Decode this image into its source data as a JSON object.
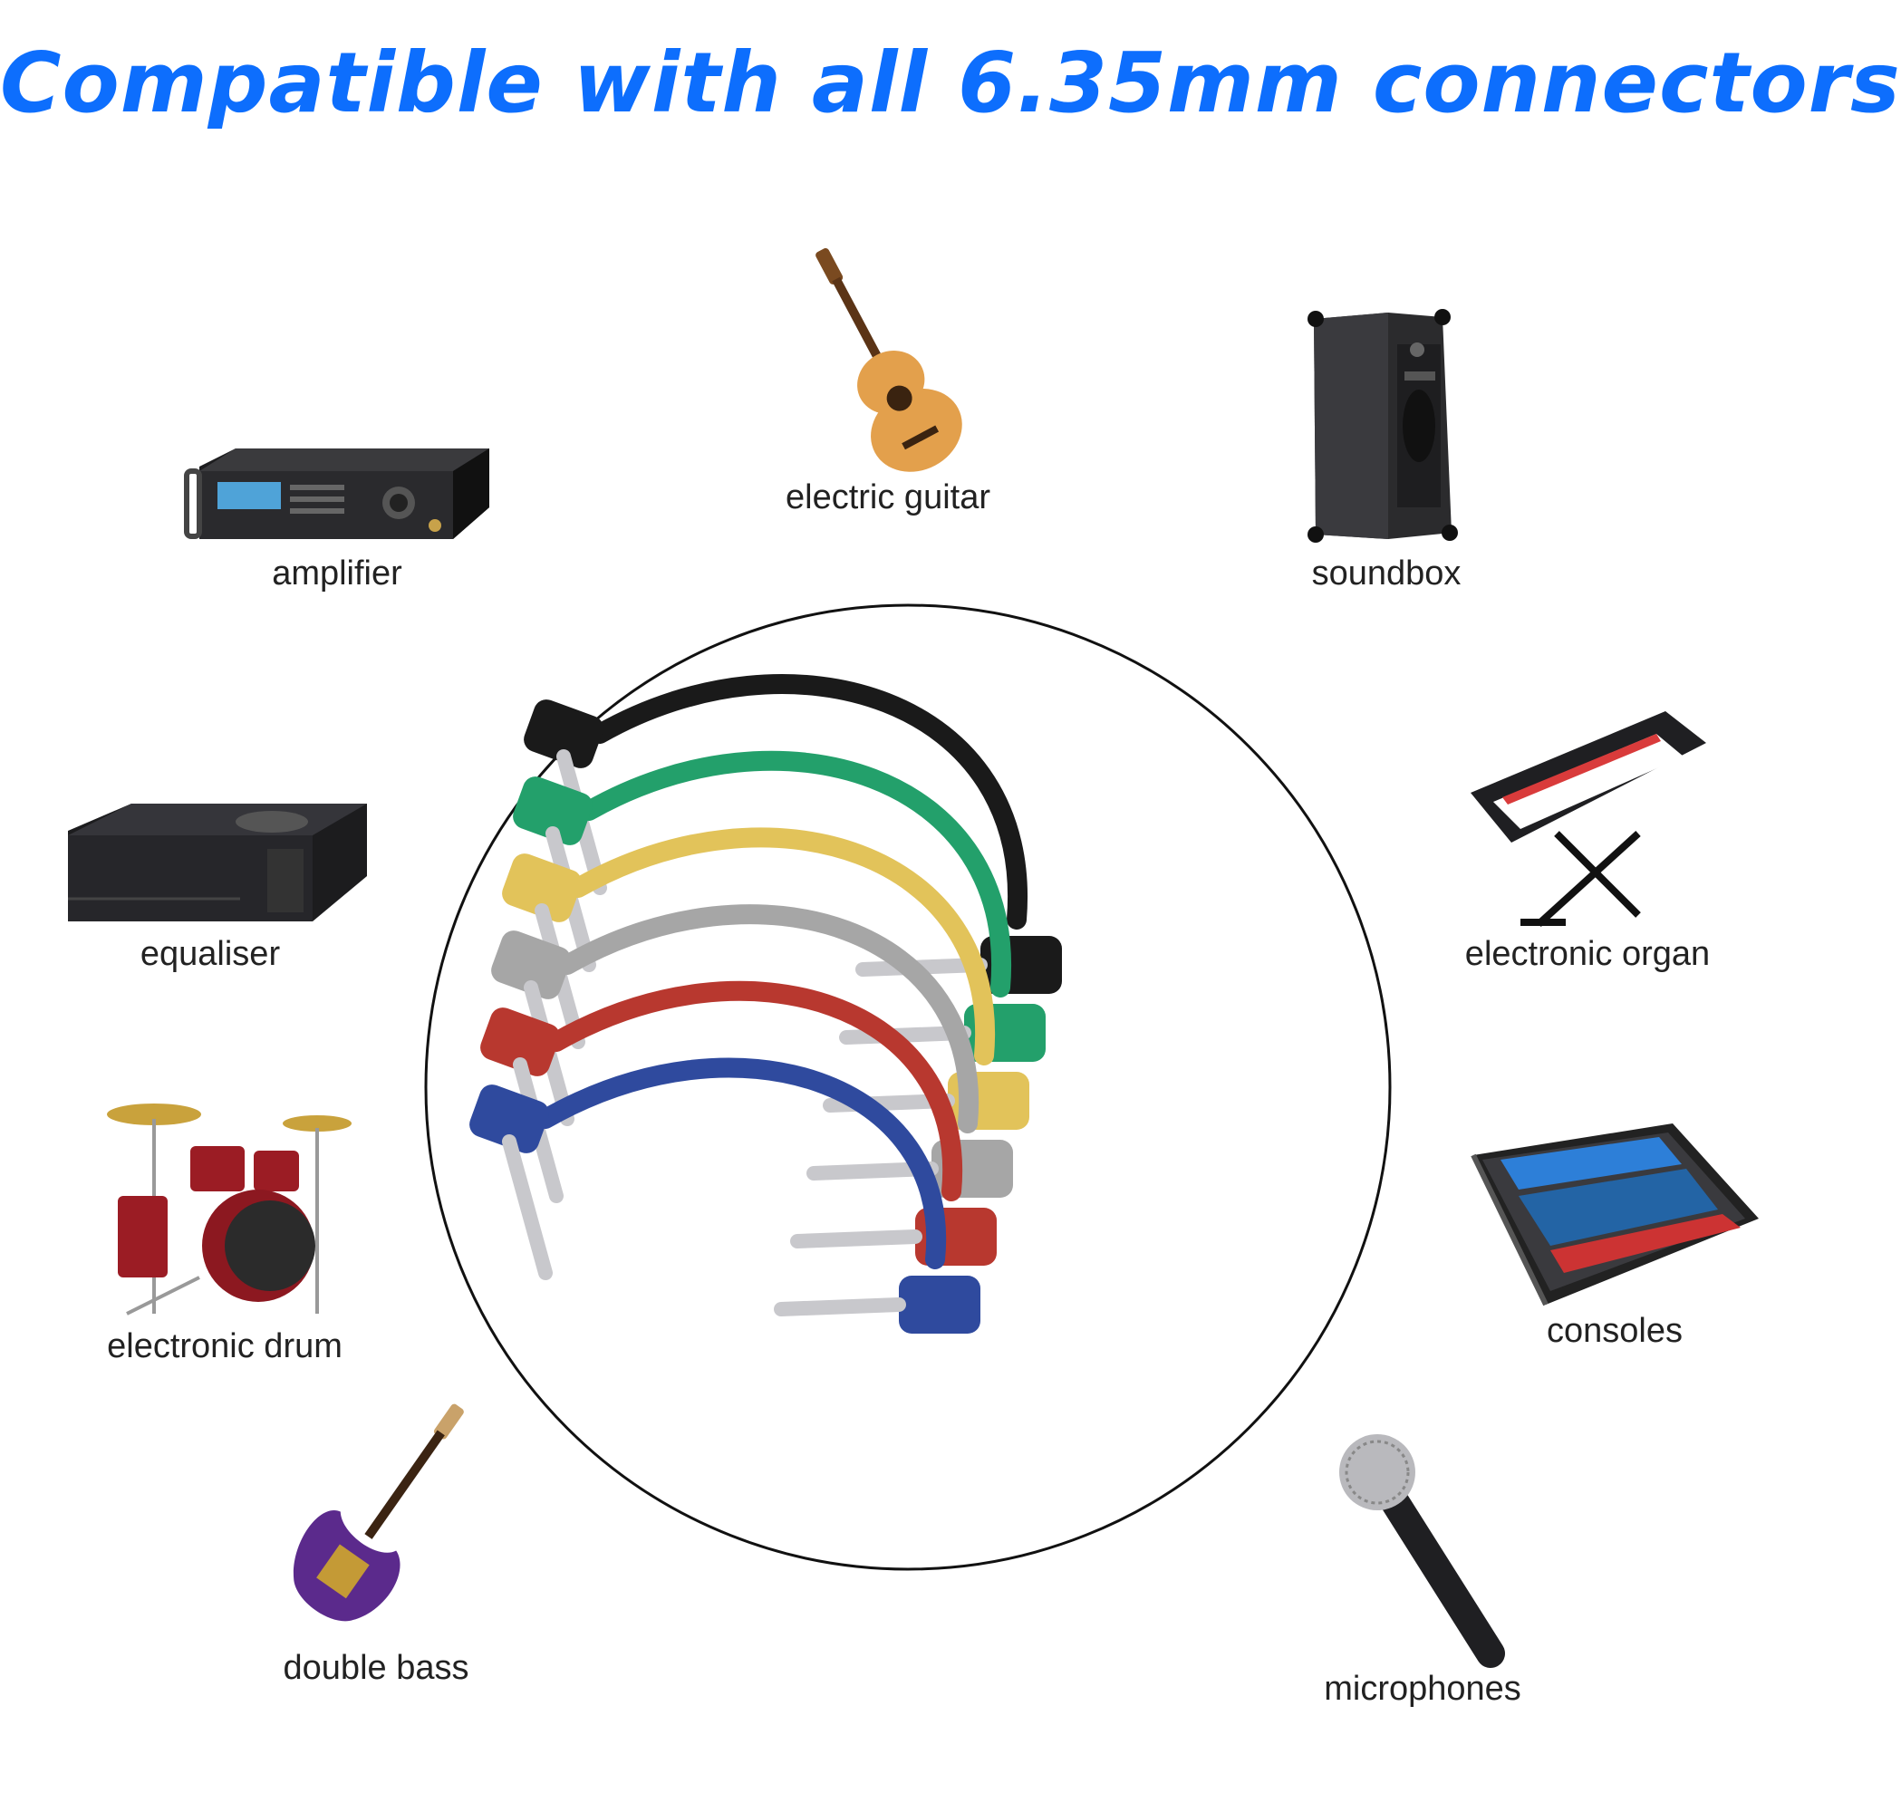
{
  "title": "Compatible with all 6.35mm connectors",
  "devices": [
    {
      "id": "amplifier",
      "label": "amplifier",
      "icon": "amplifier-icon"
    },
    {
      "id": "electric-guitar",
      "label": "electric guitar",
      "icon": "acoustic-guitar-icon"
    },
    {
      "id": "soundbox",
      "label": "soundbox",
      "icon": "speaker-icon"
    },
    {
      "id": "equaliser",
      "label": "equaliser",
      "icon": "equaliser-unit-icon"
    },
    {
      "id": "electronic-organ",
      "label": "electronic organ",
      "icon": "keyboard-stand-icon"
    },
    {
      "id": "electronic-drum",
      "label": "electronic drum",
      "icon": "drum-kit-icon"
    },
    {
      "id": "consoles",
      "label": "consoles",
      "icon": "mixing-console-icon"
    },
    {
      "id": "double-bass",
      "label": "double bass",
      "icon": "electric-guitar-icon"
    },
    {
      "id": "microphones",
      "label": "microphones",
      "icon": "microphone-icon"
    }
  ],
  "cables": [
    {
      "color": "#1a1a1a"
    },
    {
      "color": "#23a06b"
    },
    {
      "color": "#e2c35a"
    },
    {
      "color": "#a6a6a6"
    },
    {
      "color": "#b8382f"
    },
    {
      "color": "#2f4a9e"
    }
  ]
}
